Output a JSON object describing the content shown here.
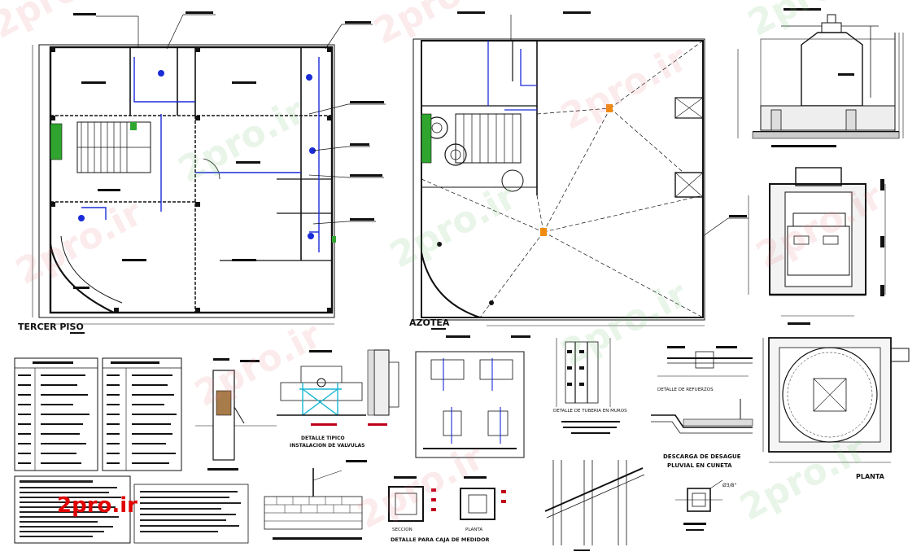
{
  "drawing": {
    "plan_third_floor_title": "TERCER PISO",
    "plan_roof_title": "AZOTEA",
    "detail_typical_title": "DETALLE TIPICO",
    "detail_typical_subtitle": "INSTALACION DE VALVULAS",
    "detail_pipes_walls": "DETALLE DE TUBERIA EN MUROS",
    "detail_reinforcement": "DETALLE DE REFUERZOS",
    "drain_title_line1": "DESCARGA DE DESAGUE",
    "drain_title_line2": "PLUVIAL EN CUNETA",
    "tank_plan_title": "PLANTA",
    "section_label": "SECCION",
    "plan_label": "PLANTA",
    "meter_box_title": "DETALLE PARA CAJA DE MEDIDOR",
    "pipe_size": "Ø3/8\""
  },
  "watermark": {
    "text": "2pro.ir",
    "brand": "2pro.ir"
  },
  "colors": {
    "line": "#111111",
    "pipe_blue": "#1a2bd8",
    "pipe_cyan": "#19b6d1",
    "plant_green": "#2fa52f",
    "valve_orange": "#f08a10",
    "note_red": "#c0001a",
    "brand_red": "#e00000"
  }
}
